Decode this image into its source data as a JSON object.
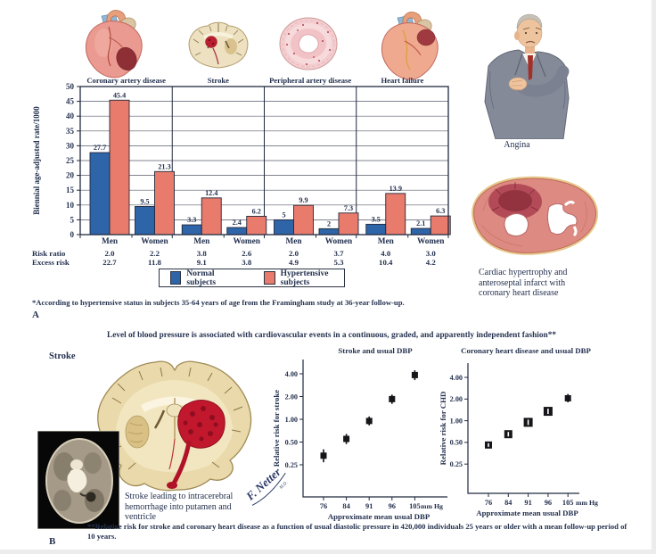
{
  "panel_a": {
    "section_label": "A",
    "row_labels": {
      "risk_ratio": "Risk ratio",
      "excess_risk": "Excess risk"
    },
    "legend": [
      {
        "label": "Normal subjects",
        "color": "#2e64a8"
      },
      {
        "label": "Hypertensive subjects",
        "color": "#e87b6c"
      }
    ],
    "footnote": "*According to hypertensive status in subjects 35-64 years of age from the Framingham study at 36-year follow-up.",
    "angina_caption": "Angina",
    "hypertrophy_caption": "Cardiac hypertrophy and anteroseptal infarct with coronary heart disease"
  },
  "panel_b": {
    "section_label": "B",
    "title": "Level of blood pressure is associated with cardiovascular events in a continuous, graded, and apparently independent fashion**",
    "stroke_label": "Stroke",
    "stroke_caption": "Stroke leading to intracerebral hemorrhage into putamen and ventricle",
    "signature": "F. Netter",
    "footnote": "**Relative risk for stroke and coronary heart disease as a function of usual diastolic pressure in 420,000 individuals 25 years or older with a mean follow-up period of 10 years."
  },
  "chart_data": [
    {
      "type": "bar",
      "title": "",
      "ylabel": "Biennial age-adjusted rate/1000",
      "ylim": [
        0,
        50
      ],
      "ytick_step": 5,
      "series_names": [
        "Normal subjects",
        "Hypertensive subjects"
      ],
      "colors": [
        "#2e64a8",
        "#e87b6c"
      ],
      "groups": [
        {
          "label": "Coronary artery disease",
          "bars": [
            {
              "category": "Men",
              "normal": "27.7",
              "hypertensive": "45.4",
              "risk_ratio": "2.0",
              "excess_risk": "22.7"
            },
            {
              "category": "Women",
              "normal": "9.5",
              "hypertensive": "21.3",
              "risk_ratio": "2.2",
              "excess_risk": "11.8"
            }
          ]
        },
        {
          "label": "Stroke",
          "bars": [
            {
              "category": "Men",
              "normal": "3.3",
              "hypertensive": "12.4",
              "risk_ratio": "3.8",
              "excess_risk": "9.1"
            },
            {
              "category": "Women",
              "normal": "2.4",
              "hypertensive": "6.2",
              "risk_ratio": "2.6",
              "excess_risk": "3.8"
            }
          ]
        },
        {
          "label": "Peripheral artery disease",
          "bars": [
            {
              "category": "Men",
              "normal": "5",
              "hypertensive": "9.9",
              "risk_ratio": "2.0",
              "excess_risk": "4.9"
            },
            {
              "category": "Women",
              "normal": "2",
              "hypertensive": "7.3",
              "risk_ratio": "3.7",
              "excess_risk": "5.3"
            }
          ]
        },
        {
          "label": "Heart failure",
          "bars": [
            {
              "category": "Men",
              "normal": "3.5",
              "hypertensive": "13.9",
              "risk_ratio": "4.0",
              "excess_risk": "10.4"
            },
            {
              "category": "Women",
              "normal": "2.1",
              "hypertensive": "6.3",
              "risk_ratio": "3.0",
              "excess_risk": "4.2"
            }
          ]
        }
      ]
    },
    {
      "type": "scatter",
      "title": "Stroke and usual DBP",
      "ylabel": "Relative risk for stroke",
      "yscale": "log",
      "yticks": [
        "4.00",
        "2.00",
        "1.00",
        "0.50",
        "0.25"
      ],
      "x_axis": {
        "ticks": [
          "76",
          "84",
          "91",
          "96",
          "105"
        ],
        "unit": "mm Hg",
        "label": "Approximate mean usual DBP"
      },
      "points": [
        {
          "x": 76,
          "v": 0.33,
          "size": 7,
          "whisker": [
            0.27,
            0.4
          ]
        },
        {
          "x": 84,
          "v": 0.55,
          "size": 7,
          "whisker": [
            0.47,
            0.64
          ]
        },
        {
          "x": 91,
          "v": 0.95,
          "size": 7,
          "whisker": [
            0.83,
            1.09
          ]
        },
        {
          "x": 96,
          "v": 1.85,
          "size": 7,
          "whisker": [
            1.6,
            2.12
          ]
        },
        {
          "x": 105,
          "v": 3.85,
          "size": 7,
          "whisker": [
            3.3,
            4.45
          ]
        }
      ]
    },
    {
      "type": "scatter",
      "title": "Coronary heart disease and usual DBP",
      "ylabel": "Relative risk for CHD",
      "yscale": "log",
      "yticks": [
        "4.00",
        "2.00",
        "1.00",
        "0.50",
        "0.25"
      ],
      "x_axis": {
        "ticks": [
          "76",
          "84",
          "91",
          "96",
          "105"
        ],
        "unit": "mm Hg",
        "label": "Approximate mean usual DBP"
      },
      "points": [
        {
          "x": 76,
          "v": 0.46,
          "size": 8,
          "inner_tick": true
        },
        {
          "x": 84,
          "v": 0.65,
          "size": 9,
          "inner_tick": true
        },
        {
          "x": 91,
          "v": 0.95,
          "size": 10,
          "inner_tick": true
        },
        {
          "x": 96,
          "v": 1.35,
          "size": 10,
          "inner_tick": true
        },
        {
          "x": 105,
          "v": 2.05,
          "size": 7,
          "whisker": [
            1.8,
            2.35
          ]
        }
      ]
    }
  ]
}
